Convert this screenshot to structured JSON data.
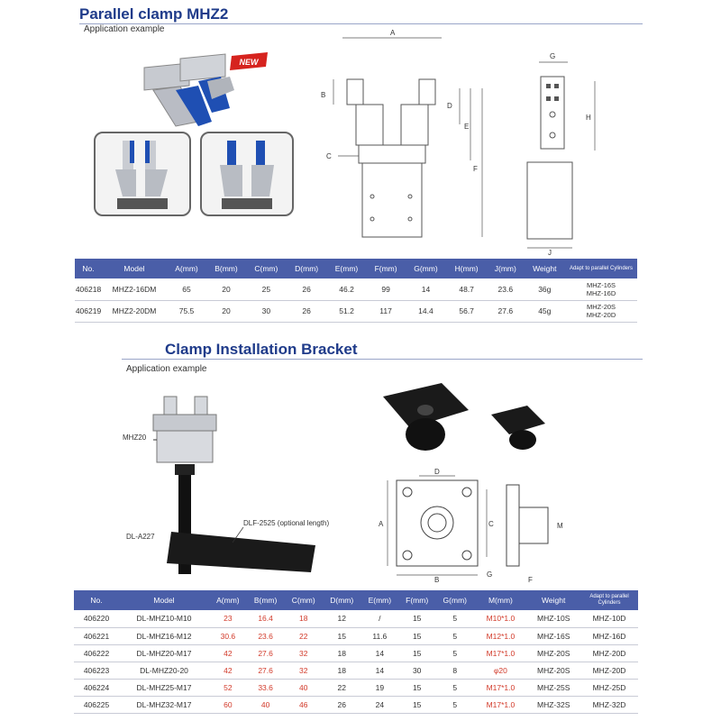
{
  "section1": {
    "title": "Parallel clamp MHZ2",
    "subtitle": "Application example",
    "badge": "NEW",
    "dims": [
      "A",
      "B",
      "C",
      "D",
      "E",
      "F",
      "G",
      "H",
      "J"
    ],
    "table": {
      "headers": [
        "No.",
        "Model",
        "A(mm)",
        "B(mm)",
        "C(mm)",
        "D(mm)",
        "E(mm)",
        "F(mm)",
        "G(mm)",
        "H(mm)",
        "J(mm)",
        "Weight",
        "Adapt to parallel Cylinders"
      ],
      "rows": [
        {
          "no": "406218",
          "model": "MHZ2-16DM",
          "a": "65",
          "b": "20",
          "c": "25",
          "d": "26",
          "e": "46.2",
          "f": "99",
          "g": "14",
          "h": "48.7",
          "j": "23.6",
          "weight": "36g",
          "cyl1": "MHZ-16S",
          "cyl2": "MHZ-16D"
        },
        {
          "no": "406219",
          "model": "MHZ2-20DM",
          "a": "75.5",
          "b": "20",
          "c": "30",
          "d": "26",
          "e": "51.2",
          "f": "117",
          "g": "14.4",
          "h": "56.7",
          "j": "27.6",
          "weight": "45g",
          "cyl1": "MHZ-20S",
          "cyl2": "MHZ-20D"
        }
      ]
    }
  },
  "section2": {
    "title": "Clamp Installation Bracket",
    "subtitle": "Application example",
    "labels": {
      "mhz20": "MHZ20",
      "dla227": "DL-A227",
      "dlf": "DLF-2525 (optional length)"
    },
    "dims": [
      "D",
      "A",
      "C",
      "B",
      "M",
      "G",
      "F"
    ],
    "table": {
      "headers": [
        "No.",
        "Model",
        "A(mm)",
        "B(mm)",
        "C(mm)",
        "D(mm)",
        "E(mm)",
        "F(mm)",
        "G(mm)",
        "M(mm)",
        "Weight",
        "Adapt to parallel Cylinders"
      ],
      "rows": [
        {
          "no": "406220",
          "model": "DL-MHZ10-M10",
          "a": "23",
          "b": "16.4",
          "c": "18",
          "d": "12",
          "e": "/",
          "f": "15",
          "g": "5",
          "m": "M10*1.0",
          "weight": "MHZ-10S",
          "cyl": "MHZ-10D"
        },
        {
          "no": "406221",
          "model": "DL-MHZ16-M12",
          "a": "30.6",
          "b": "23.6",
          "c": "22",
          "d": "15",
          "e": "11.6",
          "f": "15",
          "g": "5",
          "m": "M12*1.0",
          "weight": "MHZ-16S",
          "cyl": "MHZ-16D"
        },
        {
          "no": "406222",
          "model": "DL-MHZ20-M17",
          "a": "42",
          "b": "27.6",
          "c": "32",
          "d": "18",
          "e": "14",
          "f": "15",
          "g": "5",
          "m": "M17*1.0",
          "weight": "MHZ-20S",
          "cyl": "MHZ-20D"
        },
        {
          "no": "406223",
          "model": "DL-MHZ20-20",
          "a": "42",
          "b": "27.6",
          "c": "32",
          "d": "18",
          "e": "14",
          "f": "30",
          "g": "8",
          "m": "φ20",
          "weight": "MHZ-20S",
          "cyl": "MHZ-20D"
        },
        {
          "no": "406224",
          "model": "DL-MHZ25-M17",
          "a": "52",
          "b": "33.6",
          "c": "40",
          "d": "22",
          "e": "19",
          "f": "15",
          "g": "5",
          "m": "M17*1.0",
          "weight": "MHZ-25S",
          "cyl": "MHZ-25D"
        },
        {
          "no": "406225",
          "model": "DL-MHZ32-M17",
          "a": "60",
          "b": "40",
          "c": "46",
          "d": "26",
          "e": "24",
          "f": "15",
          "g": "5",
          "m": "M17*1.0",
          "weight": "MHZ-32S",
          "cyl": "MHZ-32D"
        }
      ]
    }
  }
}
